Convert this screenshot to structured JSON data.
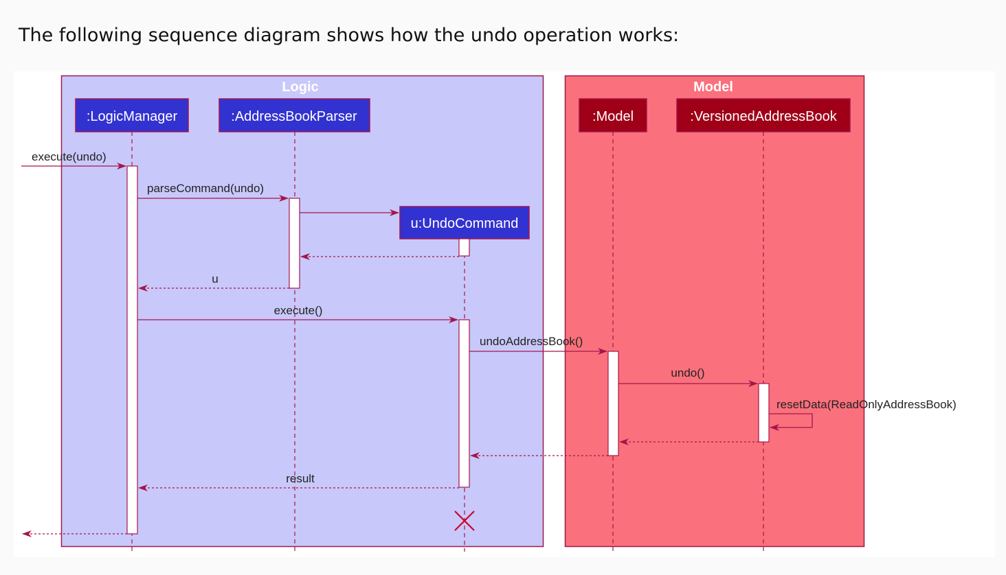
{
  "heading": "The following sequence diagram shows how the undo operation works:",
  "colors": {
    "logic_fill": "#c8c8fa",
    "model_fill": "#fa707c",
    "frame_border": "#a3164b",
    "logic_participant": "#3232d1",
    "model_participant": "#9f0018",
    "arrow": "#a3164b"
  },
  "diagram": {
    "frames": {
      "logic": "Logic",
      "model": "Model"
    },
    "participants": {
      "logic_manager": ":LogicManager",
      "address_book_parser": ":AddressBookParser",
      "undo_command": "u:UndoCommand",
      "model": ":Model",
      "versioned_address_book": ":VersionedAddressBook"
    },
    "messages": {
      "execute_undo": "execute(undo)",
      "parse_command": "parseCommand(undo)",
      "return_u": "u",
      "execute": "execute()",
      "undo_address_book": "undoAddressBook()",
      "undo": "undo()",
      "reset_data": "resetData(ReadOnlyAddressBook)",
      "result": "result"
    }
  }
}
